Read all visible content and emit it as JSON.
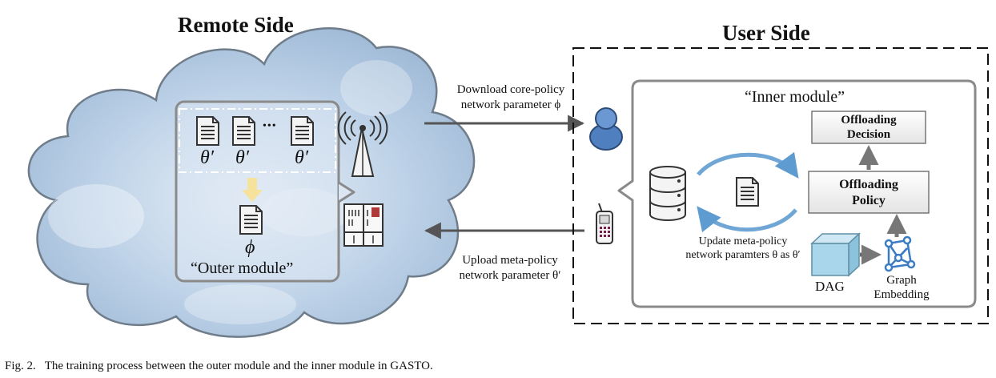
{
  "remote": {
    "title": "Remote Side",
    "outer_module_label": "“Outer module”",
    "theta_labels": [
      "θ′",
      "θ′",
      "θ′"
    ],
    "ellipsis": "•••",
    "phi_label": "ϕ"
  },
  "user": {
    "title": "User Side",
    "inner_module_label": "“Inner module”",
    "offloading_decision": [
      "Offloading",
      "Decision"
    ],
    "offloading_policy": [
      "Offloading",
      "Policy"
    ],
    "update_text": [
      "Update meta-policy",
      "network paramters θ as θ′"
    ],
    "dag_label": "DAG",
    "graph_embedding": [
      "Graph",
      "Embedding"
    ]
  },
  "arrows": {
    "download": [
      "Download core-policy",
      "network parameter ϕ"
    ],
    "upload": [
      "Upload meta-policy",
      "network parameter θ′"
    ]
  },
  "caption": "Fig. 2.   The training process between the outer module and the inner module in GASTO.",
  "colors": {
    "cloud_fill": "#b8cde3",
    "cloud_stroke": "#6f7c8a",
    "module_border": "#8a8a8a",
    "arrow": "#555555",
    "user_icon": "#4f7fbf",
    "cycle_arrow": "#6fa6d6",
    "dag_box": "#a9d6ea",
    "yellow_arrow": "#f6e29a"
  }
}
